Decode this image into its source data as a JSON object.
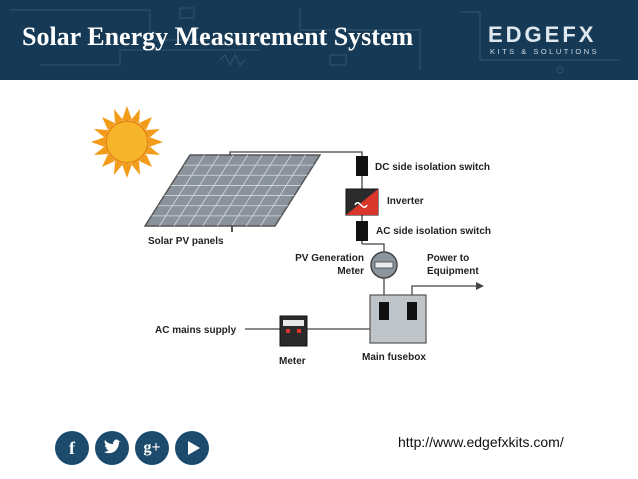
{
  "header": {
    "title": "Solar Energy Measurement System",
    "brand": {
      "name": "EDGEFX",
      "tagline": "KITS & SOLUTIONS"
    }
  },
  "diagram": {
    "labels": {
      "panels": "Solar PV panels",
      "dc_switch": "DC side isolation switch",
      "inverter": "Inverter",
      "ac_switch": "AC side isolation switch",
      "pv_meter_line1": "PV Generation",
      "pv_meter_line2": "Meter",
      "power_line1": "Power to",
      "power_line2": "Equipment",
      "ac_mains": "AC mains supply",
      "meter": "Meter",
      "fusebox": "Main fusebox"
    }
  },
  "footer": {
    "social_icons": [
      "facebook-icon",
      "twitter-icon",
      "google-plus-icon",
      "play-icon"
    ],
    "url": "http://www.edgefxkits.com/"
  }
}
